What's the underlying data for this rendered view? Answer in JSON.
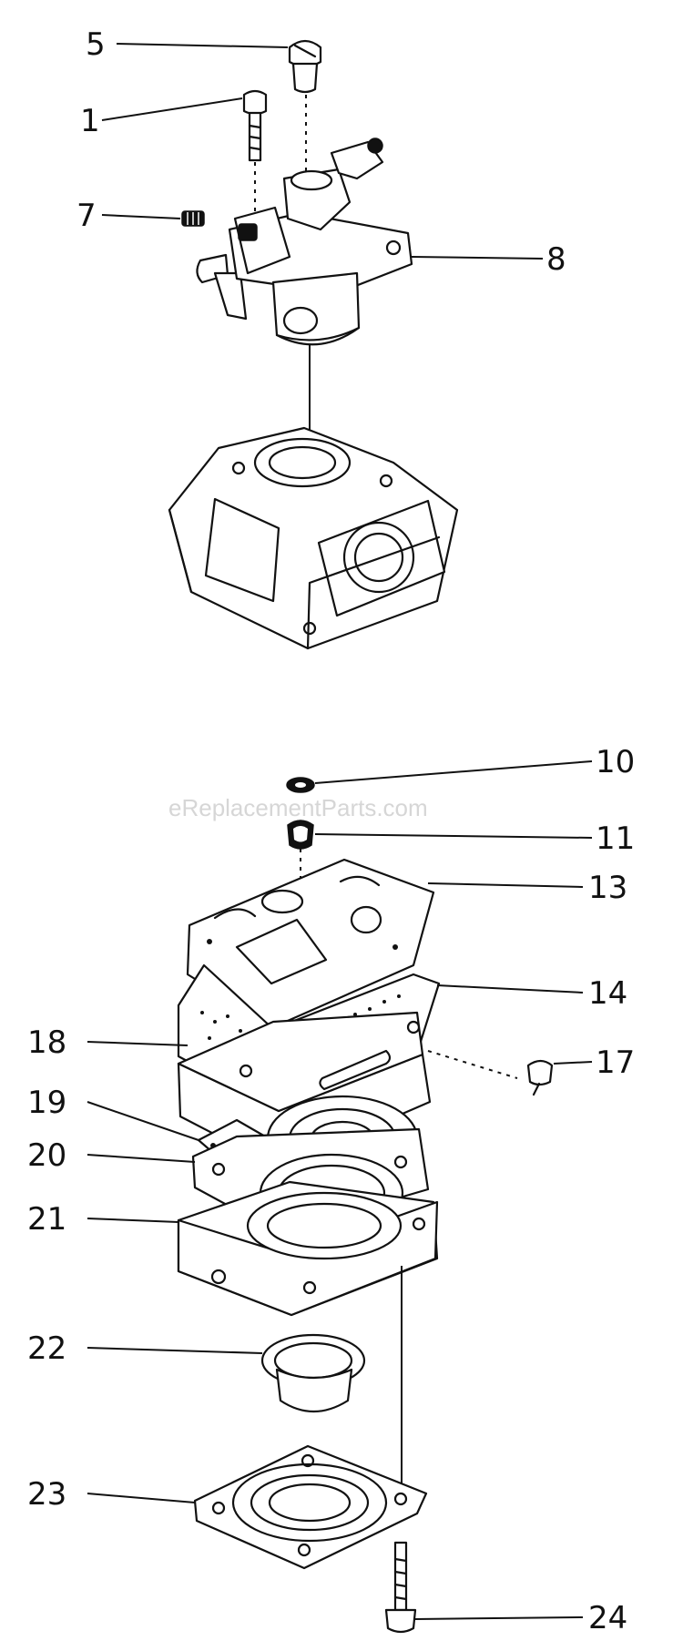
{
  "watermark": "eReplacementParts.com",
  "callouts": {
    "c1": "1",
    "c5": "5",
    "c7": "7",
    "c8": "8",
    "c10": "10",
    "c11": "11",
    "c13": "13",
    "c14": "14",
    "c17": "17",
    "c18": "18",
    "c19": "19",
    "c20": "20",
    "c21": "21",
    "c22": "22",
    "c23": "23",
    "c24": "24"
  }
}
